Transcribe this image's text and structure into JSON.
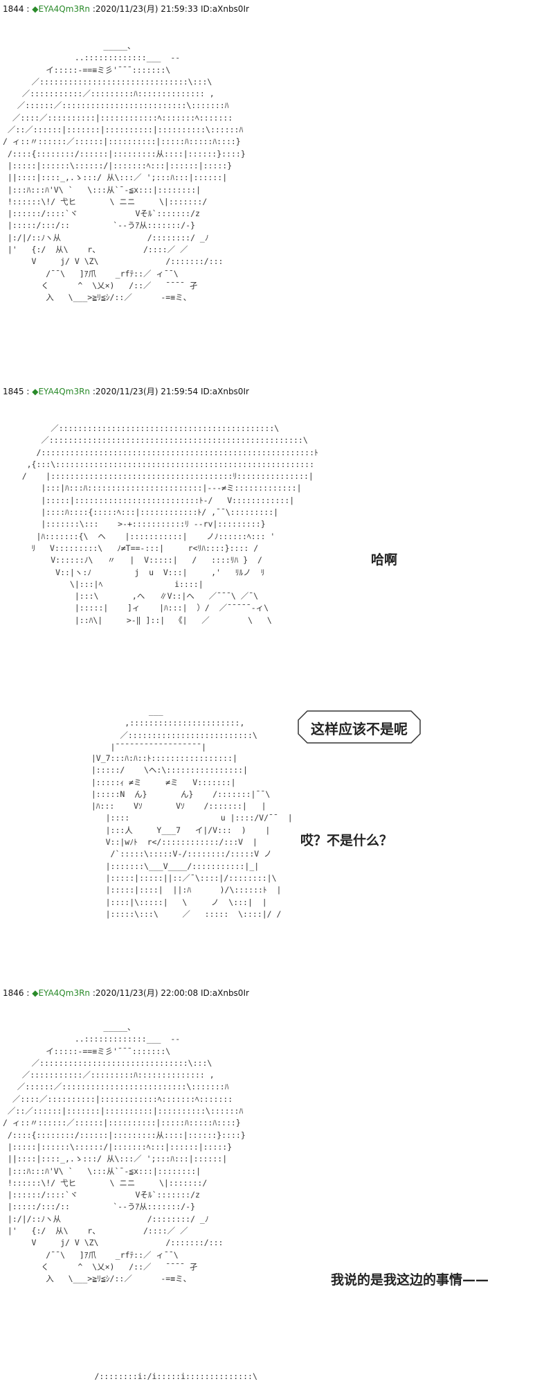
{
  "posts": [
    {
      "number": "1844",
      "separator": ":",
      "name": "◆EYA4Qm3Rn",
      "date": ":2020/11/23(月) 21:59:33 ID:aXnbs0Ir",
      "art": "                     _____、\n               ..:::::::::::::___  --\n         イ:::::-==≡ミ彡'¯¯¯:::::::\\\n      ／:::::::::::::::::::::::::::::::\\:::\\\n    ／:::::::::::／:::::::::ﾊ:::::::::::::: ,\n   ／::::::／::::::::::::::::::::::::::\\:::::::ﾊ\n  ／::::／::::::::::|::::::::::::ﾍ:::::::ﾍ:::::::\n ／::／::::::|:::::::|::::::::::|::::::::::\\::::::ﾊ\n/ ィ::〃::::::／::::::|::::::::::|:::::ﾊ:::::ﾊ::::}\n /::::{::::::::/::::::|:::::::::从::::|::::::}::::}\n |:::::|::::::\\::::::/|:::::::ﾍ:::|::::::|:::::}\n ||::::|::::_,.ゝ:::/ 从\\:::／ ';:::ﾊ:::|::::::|\n |:::ﾊ:::ﾊ'V\\ `   \\:::从`¯-≦x:::|::::::::|\n !::::::\\!/ 弋ヒ       \\ ニニ     \\|:::::::/\n |::::::/::::`ヾ            Vそﾙ`:::::::/z\n |:::::/:::/::         `--うｱ从:::::::/-}\n |:/|/::ﾉヽ从                  /::::::::/ _ﾉ\n |'   {:/  从\\    r、         /::::／ ／\n      V     j/ V \\Z\\              /:::::::/:::\n         /¯¯\\   ]ｱ爪    _rfﾃ::／ ィ¯¯\\\n        く      ^  \\乂×)   /::／   ¯¯¯¯ 孑\n         入   \\___>≧ﾘ≦ｼ/::／      -=≡ミ、"
    },
    {
      "number": "1845",
      "separator": ":",
      "name": "◆EYA4Qm3Rn",
      "date": ":2020/11/23(月) 21:59:54 ID:aXnbs0Ir",
      "art": "          ／:::::::::::::::::::::::::::::::::::::::::::::\\\n        ／:::::::::::::::::::::::::::::::::::::::::::::::::::::\\\n       /:::::::::::::::::::::::::::::::::::::::::::::::::::::::::ﾄ\n     ,{:::\\::::::::::::::::::::::::::::::::::::::::::::::::::::::\n    /    |::::::::::::::::::::::::::::::::::::::ﾘ:::::::::::::::|\n        |:::|ﾊ:::ﾊ::::::::::::::::::::::::|---≠ミ:::::::::::::|\n        |:::::|::::::::::::::::::::::::::ﾄ-/   V::::::::::::|\n        |::::ﾊ::::{:::::ﾍ:::|::::::::::::ﾄ/ ,¯¯\\:::::::::|\n        |:::::::\\:::    >-+:::::::::::ﾘ --rv|:::::::::}\n       |ﾊ:::::::{\\  ヘ    |:::::::::::|    ノﾉ::::::ﾍ::: '\n      ﾘ   V:::::::::\\   ﾉ≠T==-:::|     r<ﾘﾊ::::}:::: /\n          V::::::ﾉ\\   〃   |  V:::::|   /   ::::ﾘﾊ }  /\n           V::|ヽ:ﾉ         j  u  V:::|     ,'   ﾘﾙノ  ﾘ\n              \\|:::|ﾍ               i::::|\n               |:::\\       ,へ   ∥V::|へ   ／¯¯¯\\ ／¯\\\n               |:::::|    ]ィ    |ﾊ:::|  ）/  ／¯¯¯¯¯-ィ\\\n               |::ﾊ\\|     >-‖ ]::|  《|   ／        \\   \\"
    },
    {
      "number": "1846",
      "separator": ":",
      "name": "◆EYA4Qm3Rn",
      "date": ":2020/11/23(月) 22:00:08 ID:aXnbs0Ir",
      "art": "                     _____、\n               ..:::::::::::::___  --\n         イ:::::-==≡ミ彡'¯¯¯:::::::\\\n      ／:::::::::::::::::::::::::::::::\\:::\\\n    ／:::::::::::／:::::::::ﾊ:::::::::::::: ,\n   ／::::::／::::::::::::::::::::::::::\\:::::::ﾊ\n  ／::::／::::::::::|::::::::::::ﾍ:::::::ﾍ:::::::\n ／::／::::::|:::::::|::::::::::|::::::::::\\::::::ﾊ\n/ ィ::〃::::::／::::::|::::::::::|:::::ﾊ:::::ﾊ::::}\n /::::{::::::::/::::::|:::::::::从::::|::::::}::::}\n |:::::|::::::\\::::::/|:::::::ﾍ:::|::::::|:::::}\n ||::::|::::_,.ゝ:::/ 从\\:::／ ';:::ﾊ:::|::::::|\n |:::ﾊ:::ﾊ'V\\ `   \\:::从`¯-≦x:::|::::::::|\n !::::::\\!/ 弋ヒ       \\ ニニ     \\|:::::::/\n |::::::/::::`ヾ            Vそﾙ`:::::::/z\n |:::::/:::/::         `--うｱ从:::::::/-}\n |:/|/::ﾉヽ从                  /::::::::/ _ﾉ\n |'   {:/  从\\    r、         /::::／ ／\n      V     j/ V \\Z\\              /:::::::/:::\n         /¯¯\\   ]ｱ爪    _rfﾃ::／ ィ¯¯\\\n        く      ^  \\乂×)   /::／   ¯¯¯¯ 孑\n         入   \\___>≧ﾘ≦ｼ/::／      -=≡ミ、"
    }
  ],
  "panel2": {
    "hat": "              ___\n         ,:::::::::::::::::::::::,\n        ／::::::::::::::::::::::::::\\\n      |¯¯¯¯¯¯¯¯¯¯¯¯¯¯¯¯¯¯|",
    "art": "  |V_7:::ﾊ:ﾊ::ﾄ:::::::::::::::::|\n  |:::::/    \\ヘ:\\::::::::::::::::|\n  |:::::ｨ ≠ミ     ≠ミ   V:::::::|\n  |:::::N  ん}       ん}    /:::::::|¯¯\\\n  |ﾊ:::    Vｿ       Vｿ    /:::::::|   |\n     |::::                   u |::::/V/¯¯  |\n     |:::人     Y___7   イ|/V:::  )    |\n     V::|wﾉﾄ  r</::::::::::::/:::V  |\n      /`:::::\\:::::V-/::::::::/:::::V ノ\n     |:::::::\\___V____/:::::::::::|_|\n     |:::::|:::::||::／¯\\::::|/::::::::|\\\n     |:::::|::::|  ||:ﾊ      )/\\::::::ﾄ  |\n     |::::|\\:::::|   \\     ノ  \\:::|  |\n     |:::::\\:::\\     ／   :::::  \\::::|/ /"
  },
  "captions": {
    "ha_a": "哈啊",
    "bubble": "这样应该不是呢",
    "hm_not": "哎？不是什么？",
    "my_side": "我说的是我这边的事情——"
  },
  "footer_art": "       /::::::::i:/i:::::i::::::::::::::\\"
}
